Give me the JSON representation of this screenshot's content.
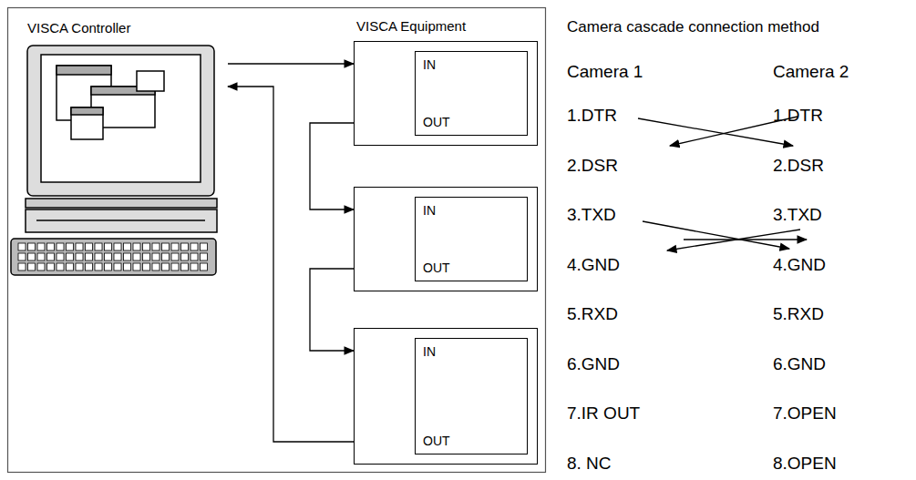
{
  "diagram": {
    "nodes": [
      {
        "text": [
          "VISCA Controller"
        ]
      },
      {
        "text": [
          "VISCA Equipment",
          "IN",
          "OUT"
        ]
      },
      {
        "text": [
          "IN",
          "OUT"
        ]
      },
      {
        "text": [
          "IN",
          "OUT"
        ]
      }
    ],
    "edges": [
      {
        "from": 0,
        "to": 1,
        "arrow": "to"
      },
      {
        "from": 1,
        "to": 2,
        "arrow": "to"
      },
      {
        "from": 2,
        "to": 3,
        "arrow": "to"
      },
      {
        "from": 3,
        "to": 0,
        "arrow": "to"
      }
    ],
    "labels": [
      "Camera cascade connection method",
      "Camera 1",
      "Camera 2",
      "1.DTR",
      "1.DTR",
      "2.DSR",
      "2.DSR",
      "3.TXD",
      "3.TXD",
      "4.GND",
      "4.GND",
      "5.RXD",
      "5.RXD",
      "6.GND",
      "6.GND",
      "7.IR OUT",
      "7.OPEN",
      "8. NC",
      "8.OPEN"
    ]
  }
}
